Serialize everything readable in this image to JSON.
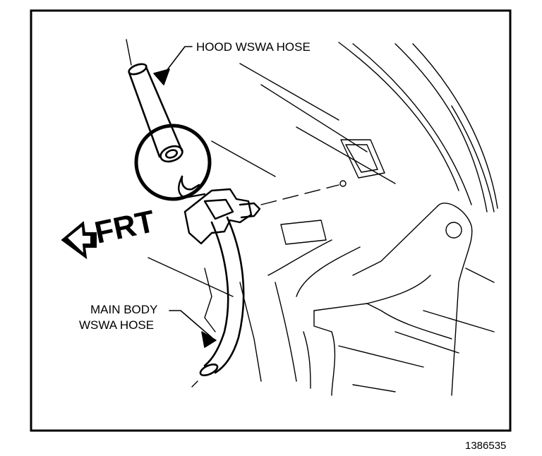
{
  "labels": {
    "hood_hose": "HOOD WSWA HOSE",
    "main_hose_line1": "MAIN BODY",
    "main_hose_line2": "WSWA HOSE",
    "front_arrow": "FRT",
    "figure_number": "1386535"
  },
  "colors": {
    "ink": "#000000",
    "paper": "#ffffff"
  },
  "icons": {
    "front_direction": "left-arrow-icon"
  }
}
